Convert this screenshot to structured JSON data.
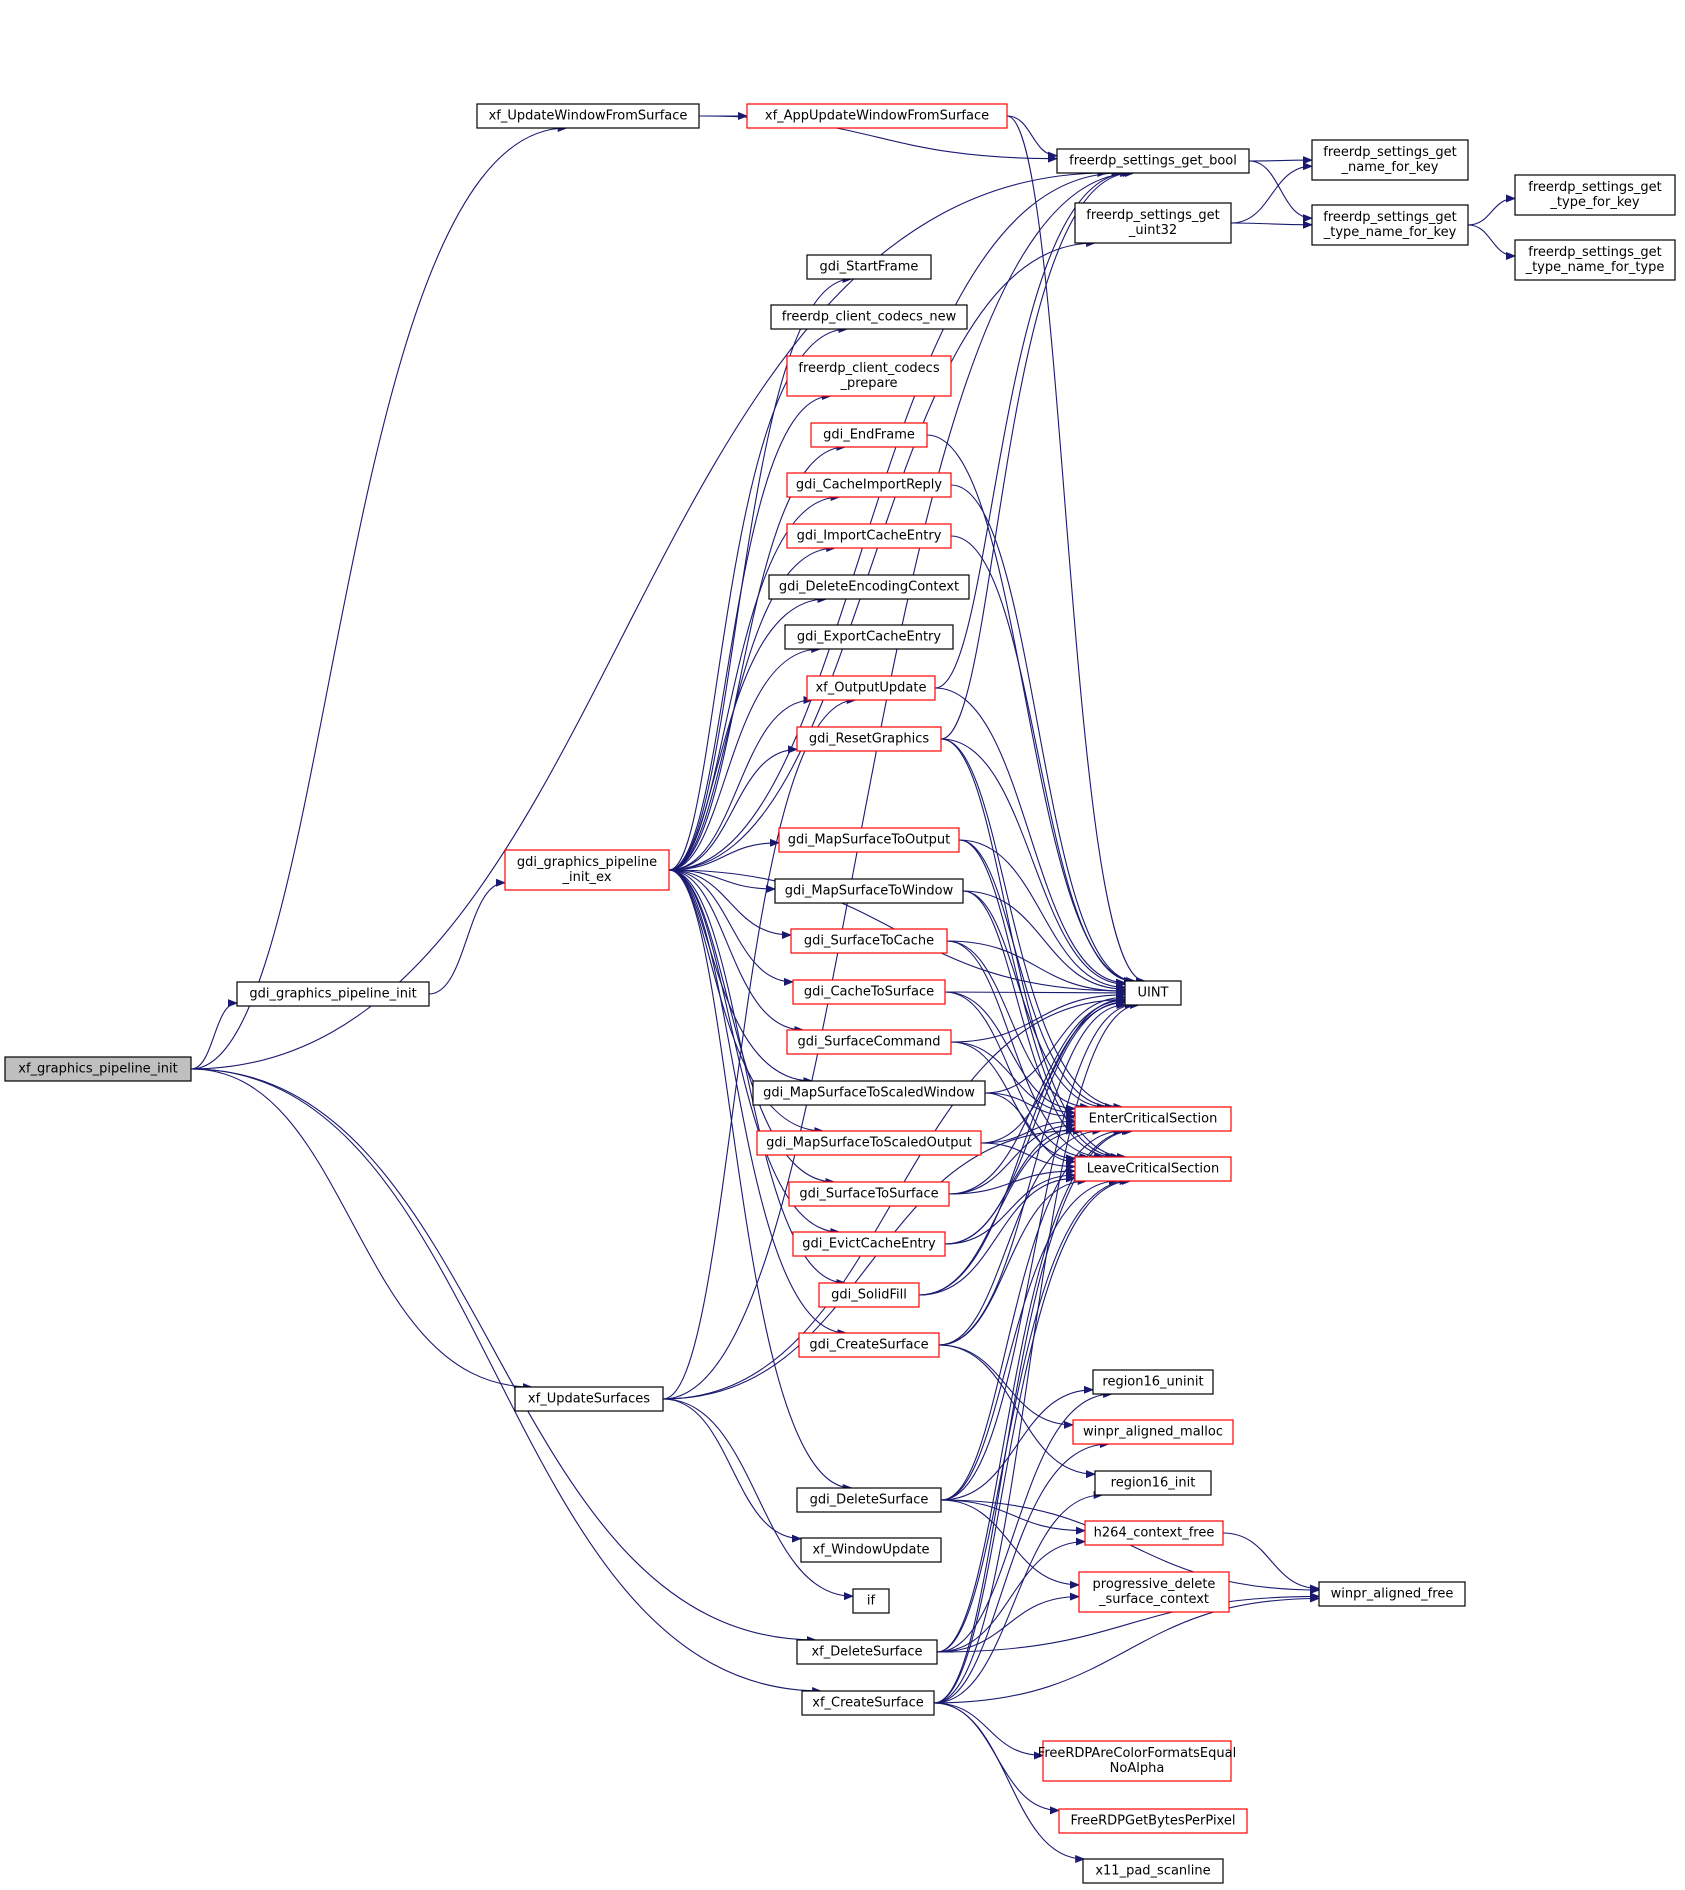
{
  "graph": {
    "colors": {
      "edge": "#191970",
      "root_fill": "#bfbfbf",
      "documented_border": "#000000",
      "truncated_border": "#ff0000",
      "node_fill": "#ffffff"
    },
    "nodes": [
      {
        "id": "xf_graphics_pipeline_init",
        "lines": [
          "xf_graphics_pipeline_init"
        ],
        "style": "root"
      },
      {
        "id": "xf_UpdateWindowFromSurface",
        "lines": [
          "xf_UpdateWindowFromSurface"
        ],
        "style": "black"
      },
      {
        "id": "gdi_graphics_pipeline_init",
        "lines": [
          "gdi_graphics_pipeline_init"
        ],
        "style": "black"
      },
      {
        "id": "xf_UpdateSurfaces",
        "lines": [
          "xf_UpdateSurfaces"
        ],
        "style": "black"
      },
      {
        "id": "xf_DeleteSurface",
        "lines": [
          "xf_DeleteSurface"
        ],
        "style": "black"
      },
      {
        "id": "xf_CreateSurface",
        "lines": [
          "xf_CreateSurface"
        ],
        "style": "black"
      },
      {
        "id": "xf_AppUpdateWindowFromSurface",
        "lines": [
          "xf_AppUpdateWindowFromSurface"
        ],
        "style": "red"
      },
      {
        "id": "gdi_graphics_pipeline_init_ex",
        "lines": [
          "gdi_graphics_pipeline",
          "_init_ex"
        ],
        "style": "red"
      },
      {
        "id": "freerdp_settings_get_bool",
        "lines": [
          "freerdp_settings_get_bool"
        ],
        "style": "black"
      },
      {
        "id": "freerdp_settings_get_uint32",
        "lines": [
          "freerdp_settings_get",
          "_uint32"
        ],
        "style": "black"
      },
      {
        "id": "freerdp_settings_get_name_for_key",
        "lines": [
          "freerdp_settings_get",
          "_name_for_key"
        ],
        "style": "black"
      },
      {
        "id": "freerdp_settings_get_type_name_for_key",
        "lines": [
          "freerdp_settings_get",
          "_type_name_for_key"
        ],
        "style": "black"
      },
      {
        "id": "freerdp_settings_get_type_for_key",
        "lines": [
          "freerdp_settings_get",
          "_type_for_key"
        ],
        "style": "black"
      },
      {
        "id": "freerdp_settings_get_type_name_for_type",
        "lines": [
          "freerdp_settings_get",
          "_type_name_for_type"
        ],
        "style": "black"
      },
      {
        "id": "gdi_StartFrame",
        "lines": [
          "gdi_StartFrame"
        ],
        "style": "black"
      },
      {
        "id": "freerdp_client_codecs_new",
        "lines": [
          "freerdp_client_codecs_new"
        ],
        "style": "black"
      },
      {
        "id": "freerdp_client_codecs_prepare",
        "lines": [
          "freerdp_client_codecs",
          "_prepare"
        ],
        "style": "red"
      },
      {
        "id": "gdi_EndFrame",
        "lines": [
          "gdi_EndFrame"
        ],
        "style": "red"
      },
      {
        "id": "gdi_CacheImportReply",
        "lines": [
          "gdi_CacheImportReply"
        ],
        "style": "red"
      },
      {
        "id": "gdi_ImportCacheEntry",
        "lines": [
          "gdi_ImportCacheEntry"
        ],
        "style": "red"
      },
      {
        "id": "gdi_DeleteEncodingContext",
        "lines": [
          "gdi_DeleteEncodingContext"
        ],
        "style": "black"
      },
      {
        "id": "gdi_ExportCacheEntry",
        "lines": [
          "gdi_ExportCacheEntry"
        ],
        "style": "black"
      },
      {
        "id": "xf_OutputUpdate",
        "lines": [
          "xf_OutputUpdate"
        ],
        "style": "red"
      },
      {
        "id": "gdi_ResetGraphics",
        "lines": [
          "gdi_ResetGraphics"
        ],
        "style": "red"
      },
      {
        "id": "gdi_MapSurfaceToOutput",
        "lines": [
          "gdi_MapSurfaceToOutput"
        ],
        "style": "red"
      },
      {
        "id": "gdi_MapSurfaceToWindow",
        "lines": [
          "gdi_MapSurfaceToWindow"
        ],
        "style": "black"
      },
      {
        "id": "gdi_SurfaceToCache",
        "lines": [
          "gdi_SurfaceToCache"
        ],
        "style": "red"
      },
      {
        "id": "gdi_CacheToSurface",
        "lines": [
          "gdi_CacheToSurface"
        ],
        "style": "red"
      },
      {
        "id": "gdi_SurfaceCommand",
        "lines": [
          "gdi_SurfaceCommand"
        ],
        "style": "red"
      },
      {
        "id": "gdi_MapSurfaceToScaledWindow",
        "lines": [
          "gdi_MapSurfaceToScaledWindow"
        ],
        "style": "black"
      },
      {
        "id": "gdi_MapSurfaceToScaledOutput",
        "lines": [
          "gdi_MapSurfaceToScaledOutput"
        ],
        "style": "red"
      },
      {
        "id": "gdi_SurfaceToSurface",
        "lines": [
          "gdi_SurfaceToSurface"
        ],
        "style": "red"
      },
      {
        "id": "gdi_EvictCacheEntry",
        "lines": [
          "gdi_EvictCacheEntry"
        ],
        "style": "red"
      },
      {
        "id": "gdi_SolidFill",
        "lines": [
          "gdi_SolidFill"
        ],
        "style": "red"
      },
      {
        "id": "gdi_CreateSurface",
        "lines": [
          "gdi_CreateSurface"
        ],
        "style": "red"
      },
      {
        "id": "gdi_DeleteSurface",
        "lines": [
          "gdi_DeleteSurface"
        ],
        "style": "black"
      },
      {
        "id": "xf_WindowUpdate",
        "lines": [
          "xf_WindowUpdate"
        ],
        "style": "black"
      },
      {
        "id": "if",
        "lines": [
          "if"
        ],
        "style": "black"
      },
      {
        "id": "UINT",
        "lines": [
          "UINT"
        ],
        "style": "black"
      },
      {
        "id": "EnterCriticalSection",
        "lines": [
          "EnterCriticalSection"
        ],
        "style": "red"
      },
      {
        "id": "LeaveCriticalSection",
        "lines": [
          "LeaveCriticalSection"
        ],
        "style": "red"
      },
      {
        "id": "region16_uninit",
        "lines": [
          "region16_uninit"
        ],
        "style": "black"
      },
      {
        "id": "winpr_aligned_malloc",
        "lines": [
          "winpr_aligned_malloc"
        ],
        "style": "red"
      },
      {
        "id": "region16_init",
        "lines": [
          "region16_init"
        ],
        "style": "black"
      },
      {
        "id": "h264_context_free",
        "lines": [
          "h264_context_free"
        ],
        "style": "red"
      },
      {
        "id": "progressive_delete_surface_context",
        "lines": [
          "progressive_delete",
          "_surface_context"
        ],
        "style": "red"
      },
      {
        "id": "winpr_aligned_free",
        "lines": [
          "winpr_aligned_free"
        ],
        "style": "black"
      },
      {
        "id": "FreeRDPAreColorFormatsEqualNoAlpha",
        "lines": [
          "FreeRDPAreColorFormatsEqual",
          "NoAlpha"
        ],
        "style": "red"
      },
      {
        "id": "FreeRDPGetBytesPerPixel",
        "lines": [
          "FreeRDPGetBytesPerPixel"
        ],
        "style": "red"
      },
      {
        "id": "x11_pad_scanline",
        "lines": [
          "x11_pad_scanline"
        ],
        "style": "black"
      }
    ],
    "edges": [
      [
        "xf_graphics_pipeline_init",
        "xf_UpdateWindowFromSurface"
      ],
      [
        "xf_graphics_pipeline_init",
        "gdi_graphics_pipeline_init"
      ],
      [
        "xf_graphics_pipeline_init",
        "xf_UpdateSurfaces"
      ],
      [
        "xf_graphics_pipeline_init",
        "xf_DeleteSurface"
      ],
      [
        "xf_graphics_pipeline_init",
        "xf_CreateSurface"
      ],
      [
        "xf_graphics_pipeline_init",
        "freerdp_settings_get_bool"
      ],
      [
        "xf_UpdateWindowFromSurface",
        "xf_AppUpdateWindowFromSurface"
      ],
      [
        "xf_UpdateWindowFromSurface",
        "freerdp_settings_get_bool"
      ],
      [
        "xf_AppUpdateWindowFromSurface",
        "freerdp_settings_get_bool"
      ],
      [
        "xf_AppUpdateWindowFromSurface",
        "UINT"
      ],
      [
        "freerdp_settings_get_bool",
        "freerdp_settings_get_name_for_key"
      ],
      [
        "freerdp_settings_get_bool",
        "freerdp_settings_get_type_name_for_key"
      ],
      [
        "freerdp_settings_get_uint32",
        "freerdp_settings_get_name_for_key"
      ],
      [
        "freerdp_settings_get_uint32",
        "freerdp_settings_get_type_name_for_key"
      ],
      [
        "freerdp_settings_get_type_name_for_key",
        "freerdp_settings_get_type_for_key"
      ],
      [
        "freerdp_settings_get_type_name_for_key",
        "freerdp_settings_get_type_name_for_type"
      ],
      [
        "gdi_graphics_pipeline_init",
        "gdi_graphics_pipeline_init_ex"
      ],
      [
        "gdi_graphics_pipeline_init_ex",
        "freerdp_settings_get_bool"
      ],
      [
        "gdi_graphics_pipeline_init_ex",
        "freerdp_settings_get_uint32"
      ],
      [
        "gdi_graphics_pipeline_init_ex",
        "gdi_StartFrame"
      ],
      [
        "gdi_graphics_pipeline_init_ex",
        "freerdp_client_codecs_new"
      ],
      [
        "gdi_graphics_pipeline_init_ex",
        "freerdp_client_codecs_prepare"
      ],
      [
        "gdi_graphics_pipeline_init_ex",
        "gdi_EndFrame"
      ],
      [
        "gdi_graphics_pipeline_init_ex",
        "gdi_CacheImportReply"
      ],
      [
        "gdi_graphics_pipeline_init_ex",
        "gdi_ImportCacheEntry"
      ],
      [
        "gdi_graphics_pipeline_init_ex",
        "gdi_DeleteEncodingContext"
      ],
      [
        "gdi_graphics_pipeline_init_ex",
        "gdi_ExportCacheEntry"
      ],
      [
        "gdi_graphics_pipeline_init_ex",
        "xf_OutputUpdate"
      ],
      [
        "gdi_graphics_pipeline_init_ex",
        "gdi_ResetGraphics"
      ],
      [
        "gdi_graphics_pipeline_init_ex",
        "gdi_MapSurfaceToOutput"
      ],
      [
        "gdi_graphics_pipeline_init_ex",
        "gdi_MapSurfaceToWindow"
      ],
      [
        "gdi_graphics_pipeline_init_ex",
        "gdi_SurfaceToCache"
      ],
      [
        "gdi_graphics_pipeline_init_ex",
        "gdi_CacheToSurface"
      ],
      [
        "gdi_graphics_pipeline_init_ex",
        "gdi_SurfaceCommand"
      ],
      [
        "gdi_graphics_pipeline_init_ex",
        "gdi_MapSurfaceToScaledWindow"
      ],
      [
        "gdi_graphics_pipeline_init_ex",
        "gdi_MapSurfaceToScaledOutput"
      ],
      [
        "gdi_graphics_pipeline_init_ex",
        "gdi_SurfaceToSurface"
      ],
      [
        "gdi_graphics_pipeline_init_ex",
        "gdi_EvictCacheEntry"
      ],
      [
        "gdi_graphics_pipeline_init_ex",
        "gdi_SolidFill"
      ],
      [
        "gdi_graphics_pipeline_init_ex",
        "gdi_CreateSurface"
      ],
      [
        "gdi_graphics_pipeline_init_ex",
        "gdi_DeleteSurface"
      ],
      [
        "gdi_graphics_pipeline_init_ex",
        "UINT"
      ],
      [
        "xf_UpdateSurfaces",
        "xf_OutputUpdate"
      ],
      [
        "xf_UpdateSurfaces",
        "UINT"
      ],
      [
        "xf_UpdateSurfaces",
        "EnterCriticalSection"
      ],
      [
        "xf_UpdateSurfaces",
        "xf_WindowUpdate"
      ],
      [
        "xf_UpdateSurfaces",
        "if"
      ],
      [
        "xf_UpdateSurfaces",
        "freerdp_settings_get_bool"
      ],
      [
        "gdi_EndFrame",
        "UINT"
      ],
      [
        "gdi_CacheImportReply",
        "UINT"
      ],
      [
        "gdi_ImportCacheEntry",
        "UINT"
      ],
      [
        "xf_OutputUpdate",
        "freerdp_settings_get_bool"
      ],
      [
        "xf_OutputUpdate",
        "UINT"
      ],
      [
        "gdi_ResetGraphics",
        "freerdp_settings_get_bool"
      ],
      [
        "gdi_ResetGraphics",
        "UINT"
      ],
      [
        "gdi_ResetGraphics",
        "EnterCriticalSection"
      ],
      [
        "gdi_ResetGraphics",
        "LeaveCriticalSection"
      ],
      [
        "gdi_MapSurfaceToOutput",
        "UINT"
      ],
      [
        "gdi_MapSurfaceToOutput",
        "EnterCriticalSection"
      ],
      [
        "gdi_MapSurfaceToOutput",
        "LeaveCriticalSection"
      ],
      [
        "gdi_MapSurfaceToWindow",
        "UINT"
      ],
      [
        "gdi_MapSurfaceToWindow",
        "EnterCriticalSection"
      ],
      [
        "gdi_MapSurfaceToWindow",
        "LeaveCriticalSection"
      ],
      [
        "gdi_SurfaceToCache",
        "UINT"
      ],
      [
        "gdi_SurfaceToCache",
        "EnterCriticalSection"
      ],
      [
        "gdi_SurfaceToCache",
        "LeaveCriticalSection"
      ],
      [
        "gdi_CacheToSurface",
        "UINT"
      ],
      [
        "gdi_CacheToSurface",
        "EnterCriticalSection"
      ],
      [
        "gdi_CacheToSurface",
        "LeaveCriticalSection"
      ],
      [
        "gdi_SurfaceCommand",
        "UINT"
      ],
      [
        "gdi_SurfaceCommand",
        "EnterCriticalSection"
      ],
      [
        "gdi_SurfaceCommand",
        "LeaveCriticalSection"
      ],
      [
        "gdi_MapSurfaceToScaledWindow",
        "UINT"
      ],
      [
        "gdi_MapSurfaceToScaledWindow",
        "EnterCriticalSection"
      ],
      [
        "gdi_MapSurfaceToScaledWindow",
        "LeaveCriticalSection"
      ],
      [
        "gdi_MapSurfaceToScaledOutput",
        "UINT"
      ],
      [
        "gdi_MapSurfaceToScaledOutput",
        "EnterCriticalSection"
      ],
      [
        "gdi_MapSurfaceToScaledOutput",
        "LeaveCriticalSection"
      ],
      [
        "gdi_SurfaceToSurface",
        "UINT"
      ],
      [
        "gdi_SurfaceToSurface",
        "EnterCriticalSection"
      ],
      [
        "gdi_SurfaceToSurface",
        "LeaveCriticalSection"
      ],
      [
        "gdi_EvictCacheEntry",
        "UINT"
      ],
      [
        "gdi_EvictCacheEntry",
        "EnterCriticalSection"
      ],
      [
        "gdi_EvictCacheEntry",
        "LeaveCriticalSection"
      ],
      [
        "gdi_SolidFill",
        "UINT"
      ],
      [
        "gdi_SolidFill",
        "EnterCriticalSection"
      ],
      [
        "gdi_SolidFill",
        "LeaveCriticalSection"
      ],
      [
        "gdi_CreateSurface",
        "UINT"
      ],
      [
        "gdi_CreateSurface",
        "EnterCriticalSection"
      ],
      [
        "gdi_CreateSurface",
        "LeaveCriticalSection"
      ],
      [
        "gdi_CreateSurface",
        "winpr_aligned_malloc"
      ],
      [
        "gdi_CreateSurface",
        "region16_init"
      ],
      [
        "gdi_DeleteSurface",
        "UINT"
      ],
      [
        "gdi_DeleteSurface",
        "EnterCriticalSection"
      ],
      [
        "gdi_DeleteSurface",
        "LeaveCriticalSection"
      ],
      [
        "gdi_DeleteSurface",
        "region16_uninit"
      ],
      [
        "gdi_DeleteSurface",
        "h264_context_free"
      ],
      [
        "gdi_DeleteSurface",
        "progressive_delete_surface_context"
      ],
      [
        "gdi_DeleteSurface",
        "winpr_aligned_free"
      ],
      [
        "xf_DeleteSurface",
        "EnterCriticalSection"
      ],
      [
        "xf_DeleteSurface",
        "LeaveCriticalSection"
      ],
      [
        "xf_DeleteSurface",
        "region16_uninit"
      ],
      [
        "xf_DeleteSurface",
        "h264_context_free"
      ],
      [
        "xf_DeleteSurface",
        "progressive_delete_surface_context"
      ],
      [
        "xf_DeleteSurface",
        "winpr_aligned_free"
      ],
      [
        "xf_CreateSurface",
        "UINT"
      ],
      [
        "xf_CreateSurface",
        "EnterCriticalSection"
      ],
      [
        "xf_CreateSurface",
        "LeaveCriticalSection"
      ],
      [
        "xf_CreateSurface",
        "winpr_aligned_malloc"
      ],
      [
        "xf_CreateSurface",
        "region16_init"
      ],
      [
        "xf_CreateSurface",
        "winpr_aligned_free"
      ],
      [
        "xf_CreateSurface",
        "FreeRDPAreColorFormatsEqualNoAlpha"
      ],
      [
        "xf_CreateSurface",
        "FreeRDPGetBytesPerPixel"
      ],
      [
        "xf_CreateSurface",
        "x11_pad_scanline"
      ],
      [
        "h264_context_free",
        "winpr_aligned_free"
      ]
    ]
  }
}
